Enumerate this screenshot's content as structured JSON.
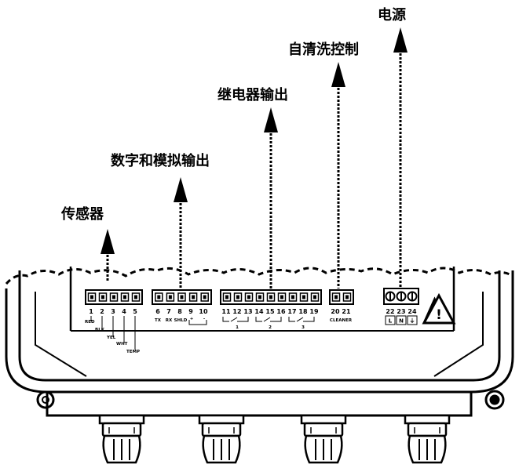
{
  "labels": {
    "sensor": "传感器",
    "analog_digital_output": "数字和模拟输出",
    "relay_output": "继电器输出",
    "self_cleaning_control": "自清洗控制",
    "power": "电源"
  },
  "terminals": {
    "sensor": {
      "numbers": [
        "1",
        "2",
        "3",
        "4",
        "5"
      ],
      "wires": [
        "RED",
        "BLK",
        "YEL",
        "WHT",
        "TEMP"
      ]
    },
    "output": {
      "numbers": [
        "6",
        "7",
        "8",
        "9",
        "10"
      ],
      "signals": [
        "TX",
        "RX",
        "SHLD",
        "+",
        "-"
      ]
    },
    "relay": {
      "numbers": [
        "11",
        "12",
        "13",
        "14",
        "15",
        "16",
        "17",
        "18",
        "19"
      ],
      "group_labels": [
        "1",
        "2",
        "3"
      ]
    },
    "cleaner": {
      "numbers": [
        "20",
        "21"
      ],
      "caption": "CLEANER"
    },
    "power": {
      "numbers": [
        "22",
        "23",
        "24"
      ],
      "symbols": [
        "L",
        "N",
        "⏚"
      ]
    }
  },
  "warning_symbol": "!"
}
